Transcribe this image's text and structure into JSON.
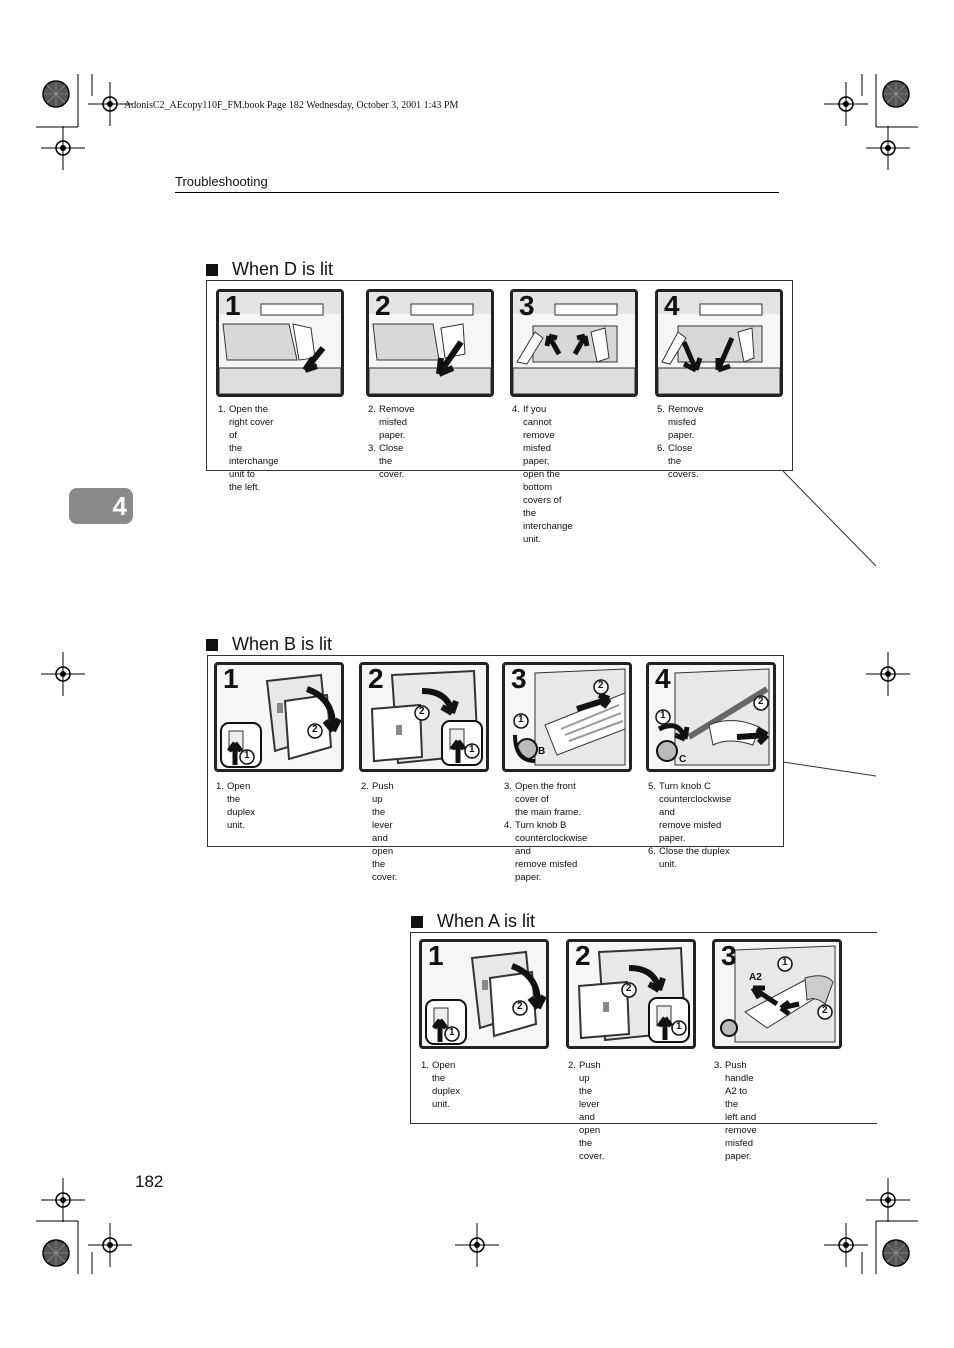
{
  "file_info": "AdonisC2_AEcopy110F_FM.book  Page 182  Wednesday, October 3, 2001  1:43 PM",
  "header": "Troubleshooting",
  "chapter_tab": "4",
  "page_number": "182",
  "sections": {
    "d": {
      "title": "When D is lit",
      "steps": [
        {
          "number": "1",
          "lines": [
            {
              "n": "1.",
              "t": "Open the right cover of"
            },
            {
              "n": "",
              "t": "the interchange unit to"
            },
            {
              "n": "",
              "t": "the left."
            }
          ]
        },
        {
          "number": "2",
          "lines": [
            {
              "n": "2.",
              "t": "Remove misfed paper."
            },
            {
              "n": "3.",
              "t": "Close the cover."
            }
          ]
        },
        {
          "number": "3",
          "lines": [
            {
              "n": "4.",
              "t": "If you cannot remove"
            },
            {
              "n": "",
              "t": "misfed paper, open the"
            },
            {
              "n": "",
              "t": "bottom covers of the"
            },
            {
              "n": "",
              "t": "interchange unit."
            }
          ]
        },
        {
          "number": "4",
          "lines": [
            {
              "n": "5.",
              "t": "Remove misfed paper."
            },
            {
              "n": "6.",
              "t": "Close the covers."
            }
          ]
        }
      ]
    },
    "b": {
      "title": "When B is lit",
      "steps": [
        {
          "number": "1",
          "lines": [
            {
              "n": "1.",
              "t": "Open the duplex unit."
            }
          ]
        },
        {
          "number": "2",
          "lines": [
            {
              "n": "2.",
              "t": "Push up the lever and"
            },
            {
              "n": "",
              "t": "open the cover."
            }
          ]
        },
        {
          "number": "3",
          "lines": [
            {
              "n": "3.",
              "t": "Open the front cover of"
            },
            {
              "n": "",
              "t": "the main frame."
            },
            {
              "n": "4.",
              "t": "Turn knob B"
            },
            {
              "n": "",
              "t": "counterclockwise and"
            },
            {
              "n": "",
              "t": "remove misfed paper."
            }
          ]
        },
        {
          "number": "4",
          "lines": [
            {
              "n": "5.",
              "t": "Turn knob C"
            },
            {
              "n": "",
              "t": "counterclockwise and"
            },
            {
              "n": "",
              "t": "remove misfed paper."
            },
            {
              "n": "6.",
              "t": "Close the duplex unit."
            }
          ]
        }
      ]
    },
    "a": {
      "title": "When A is lit",
      "steps": [
        {
          "number": "1",
          "lines": [
            {
              "n": "1.",
              "t": "Open the duplex unit."
            }
          ]
        },
        {
          "number": "2",
          "lines": [
            {
              "n": "2.",
              "t": "Push up the lever and"
            },
            {
              "n": "",
              "t": "open the cover."
            }
          ]
        },
        {
          "number": "3",
          "lines": [
            {
              "n": "3.",
              "t": "Push handle A2 to the"
            },
            {
              "n": "",
              "t": "left and remove misfed"
            },
            {
              "n": "",
              "t": "paper."
            }
          ]
        }
      ]
    }
  },
  "illustration_labels": {
    "circle_1": "1",
    "circle_2": "2",
    "knob_b": "B",
    "knob_c": "C",
    "handle_a2": "A2"
  }
}
